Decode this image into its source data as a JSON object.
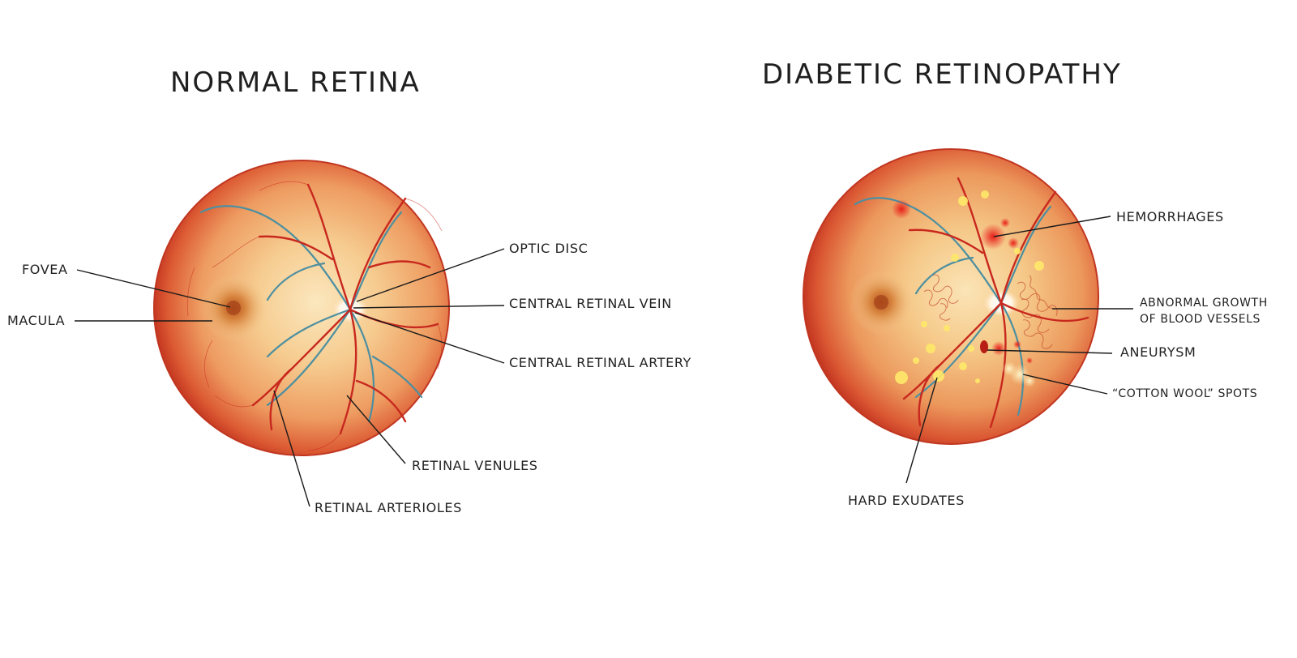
{
  "left": {
    "title": "NORMAL RETINA",
    "labels": {
      "fovea": "FOVEA",
      "macula": "MACULA",
      "optic_disc": "OPTIC DISC",
      "central_vein": "CENTRAL RETINAL VEIN",
      "central_artery": "CENTRAL RETINAL ARTERY",
      "venules": "RETINAL VENULES",
      "arterioles": "RETINAL ARTERIOLES"
    }
  },
  "right": {
    "title": "DIABETIC RETINOPATHY",
    "labels": {
      "hemorrhages": "HEMORRHAGES",
      "abnormal_line1": "ABNORMAL GROWTH",
      "abnormal_line2": "OF BLOOD VESSELS",
      "aneurysm": "ANEURYSM",
      "cotton_wool": "“COTTON WOOL” SPOTS",
      "hard_exudates": "HARD EXUDATES"
    }
  },
  "colors": {
    "fundus_center": "#f7d9a6",
    "fundus_mid": "#f0a66a",
    "fundus_edge": "#d5472a",
    "artery": "#c8281e",
    "vein": "#4d8fa0",
    "exudate": "#ffe96a",
    "leader_line": "#1a1a1a"
  }
}
